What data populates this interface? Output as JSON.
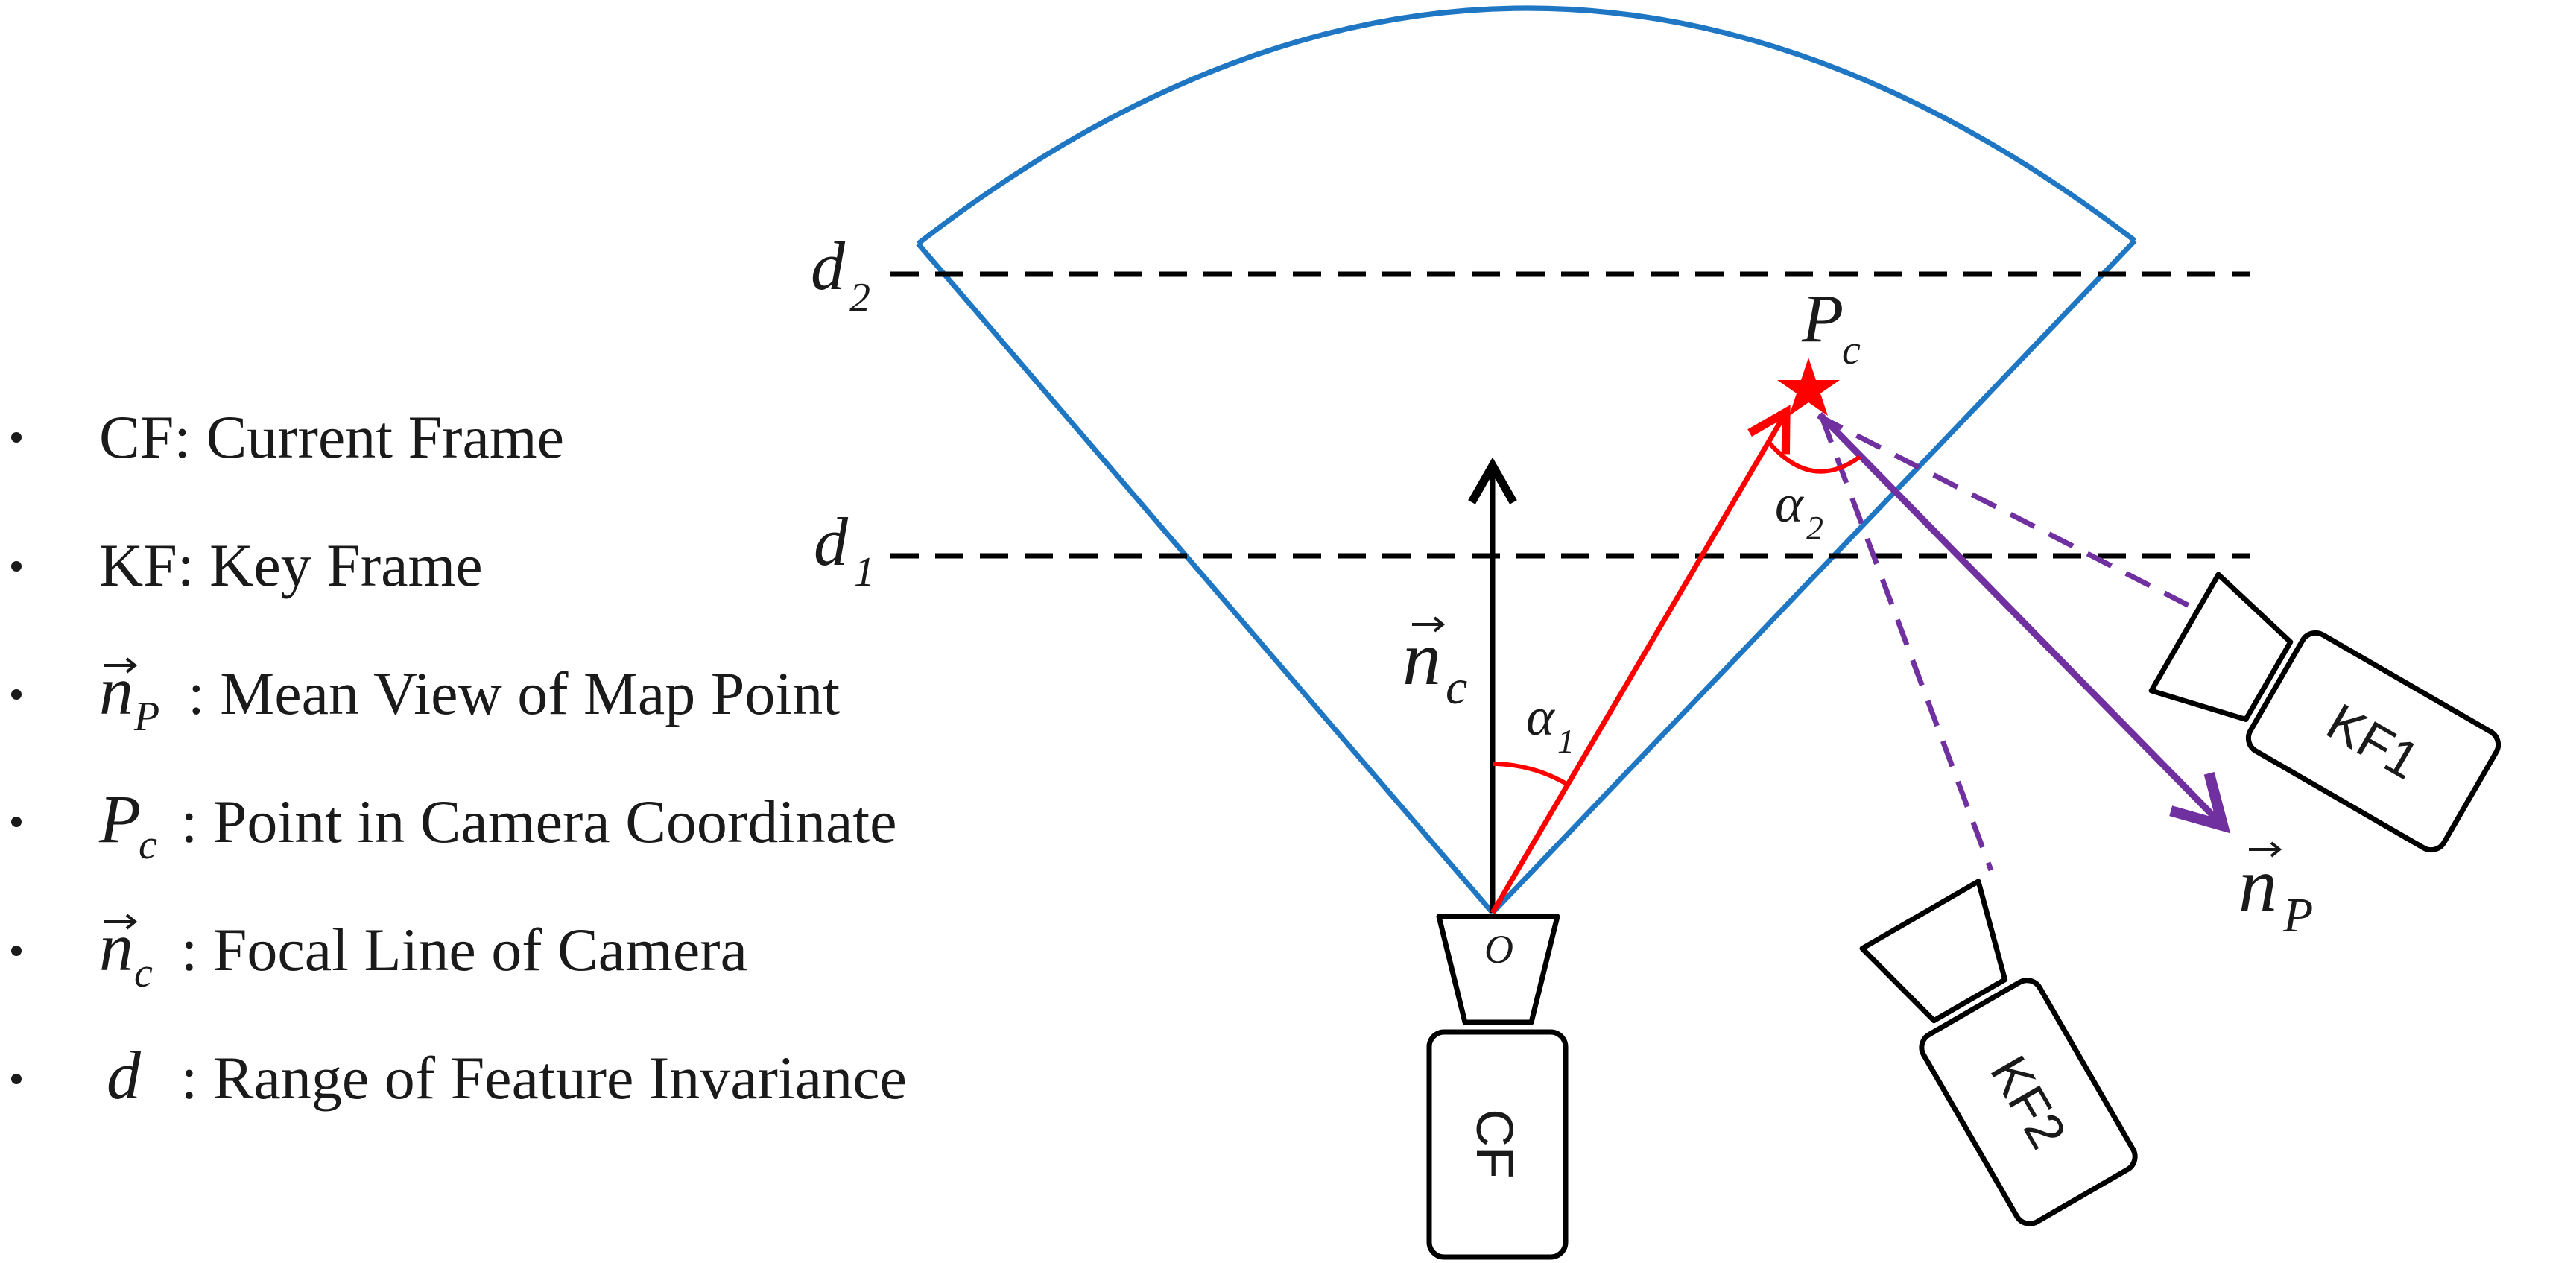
{
  "legend": {
    "items": [
      {
        "symbol": "",
        "text": "CF: Current Frame"
      },
      {
        "symbol": "",
        "text": "KF: Key Frame"
      },
      {
        "symbol": "n",
        "sub": "P",
        "text": ": Mean View of Map Point"
      },
      {
        "symbol": "P",
        "sub": "c",
        "text": " : Point in Camera Coordinate"
      },
      {
        "symbol": "n",
        "sub": "c",
        "text": " : Focal Line of Camera"
      },
      {
        "symbol": "d",
        "sub": "",
        "text": " : Range of Feature Invariance"
      }
    ]
  },
  "labels": {
    "d2": {
      "main": "d",
      "sub": "2"
    },
    "d1": {
      "main": "d",
      "sub": "1"
    },
    "pc": {
      "main": "P",
      "sub": "c"
    },
    "nc": {
      "main": "n",
      "sub": "c"
    },
    "np": {
      "main": "n",
      "sub": "P"
    },
    "alpha1": {
      "main": "α",
      "sub": "1"
    },
    "alpha2": {
      "main": "α",
      "sub": "2"
    },
    "origin": "O"
  },
  "cameras": {
    "cf": "CF",
    "kf1": "KF1",
    "kf2": "KF2"
  },
  "colors": {
    "frustum": "#1f77c4",
    "red": "#ff0000",
    "purple": "#7030a0",
    "black": "#000000"
  }
}
